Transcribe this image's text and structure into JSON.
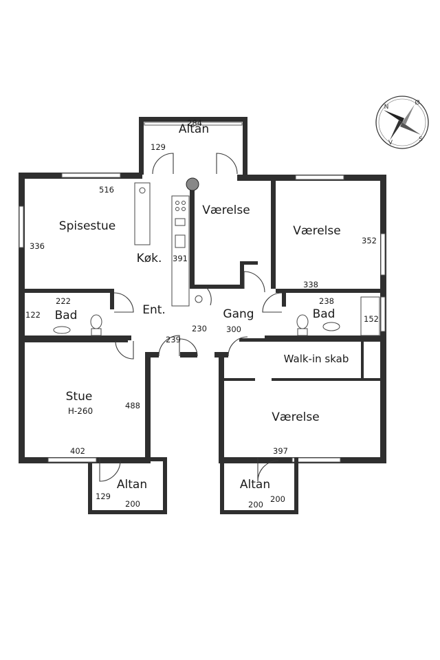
{
  "rooms": {
    "altan_top": "Altan",
    "spisestue": "Spisestue",
    "kok": "Køk.",
    "vaerelse_center": "Værelse",
    "vaerelse_right": "Værelse",
    "bad_left": "Bad",
    "entre": "Ent.",
    "gang": "Gang",
    "bad_right": "Bad",
    "walkin": "Walk-in skab",
    "stue": "Stue",
    "stue_height": "H-260",
    "vaerelse_bottom": "Værelse",
    "altan_left": "Altan",
    "altan_right": "Altan"
  },
  "dims": {
    "altan_top_w": "284",
    "altan_top_h": "129",
    "spisestue_w": "516",
    "spisestue_h": "336",
    "kok_h": "391",
    "vaerelse_right_h": "352",
    "vaerelse_right_w": "338",
    "bad_left_w": "222",
    "bad_left_h": "122",
    "bad_right_w": "238",
    "bad_right_h": "152",
    "hall_239": "239",
    "hall_230": "230",
    "hall_300": "300",
    "stue_h": "488",
    "stue_w": "402",
    "vaerelse_bottom_w": "397",
    "altan_left_h": "129",
    "altan_left_w": "200",
    "altan_right_w": "200",
    "altan_right_h": "200"
  },
  "compass": {
    "n": "N",
    "s": "S",
    "e": "Ø",
    "w": "V"
  }
}
